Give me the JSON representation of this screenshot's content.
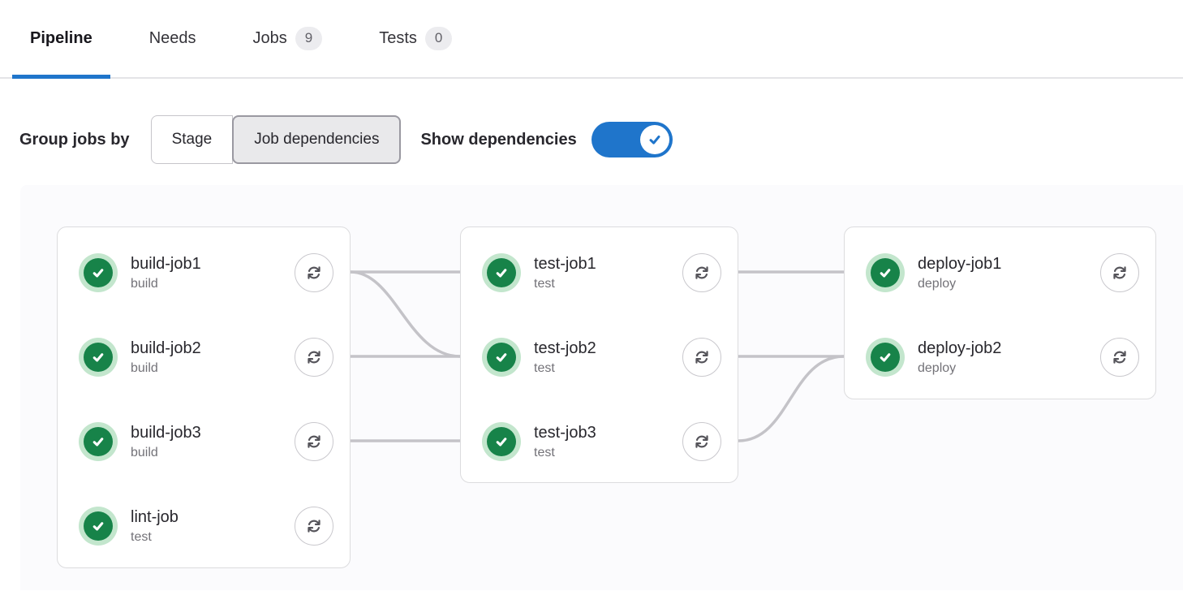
{
  "tabs": [
    {
      "label": "Pipeline",
      "active": true
    },
    {
      "label": "Needs",
      "active": false
    },
    {
      "label": "Jobs",
      "badge": "9",
      "active": false
    },
    {
      "label": "Tests",
      "badge": "0",
      "active": false
    }
  ],
  "controls": {
    "group_label": "Group jobs by",
    "options": [
      {
        "label": "Stage",
        "selected": false
      },
      {
        "label": "Job dependencies",
        "selected": true
      }
    ],
    "toggle_label": "Show dependencies",
    "toggle_state": "on"
  },
  "pipeline": {
    "columns": [
      {
        "jobs": [
          {
            "name": "build-job1",
            "stage": "build",
            "status": "success",
            "action": "retry"
          },
          {
            "name": "build-job2",
            "stage": "build",
            "status": "success",
            "action": "retry"
          },
          {
            "name": "build-job3",
            "stage": "build",
            "status": "success",
            "action": "retry"
          },
          {
            "name": "lint-job",
            "stage": "test",
            "status": "success",
            "action": "retry"
          }
        ]
      },
      {
        "jobs": [
          {
            "name": "test-job1",
            "stage": "test",
            "status": "success",
            "action": "retry"
          },
          {
            "name": "test-job2",
            "stage": "test",
            "status": "success",
            "action": "retry"
          },
          {
            "name": "test-job3",
            "stage": "test",
            "status": "success",
            "action": "retry"
          }
        ]
      },
      {
        "jobs": [
          {
            "name": "deploy-job1",
            "stage": "deploy",
            "status": "success",
            "action": "retry"
          },
          {
            "name": "deploy-job2",
            "stage": "deploy",
            "status": "success",
            "action": "retry"
          }
        ]
      }
    ],
    "edges": [
      {
        "from": "build-job1",
        "to": "test-job1"
      },
      {
        "from": "build-job1",
        "to": "test-job2"
      },
      {
        "from": "build-job2",
        "to": "test-job2"
      },
      {
        "from": "build-job3",
        "to": "test-job3"
      },
      {
        "from": "test-job1",
        "to": "deploy-job1"
      },
      {
        "from": "test-job2",
        "to": "deploy-job2"
      },
      {
        "from": "test-job3",
        "to": "deploy-job2"
      }
    ]
  },
  "colors": {
    "accent_blue": "#1f75cb",
    "success_green": "#178349",
    "success_ring": "#c3e6cd",
    "edge_gray": "#c4c3c8",
    "graph_background": "#fbfbfd",
    "badge_background": "#ececef"
  }
}
